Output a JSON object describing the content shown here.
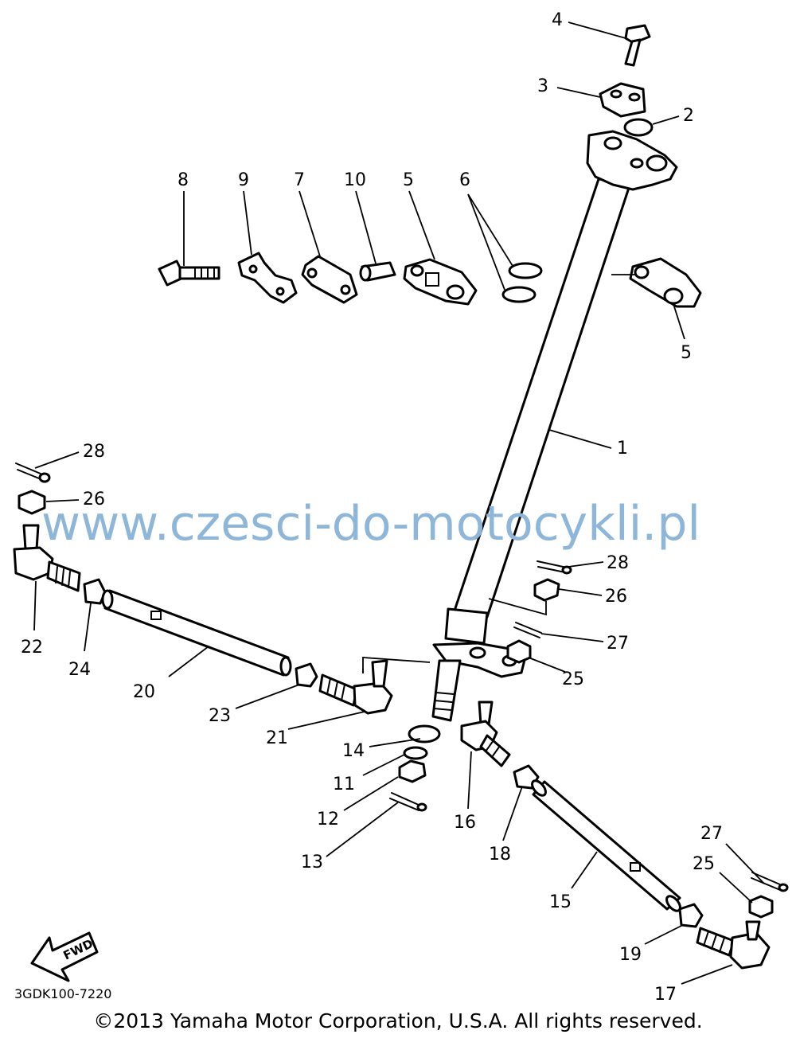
{
  "callouts": {
    "c1": "1",
    "c2": "2",
    "c3": "3",
    "c4": "4",
    "c5a": "5",
    "c5b": "5",
    "c6": "6",
    "c7": "7",
    "c8": "8",
    "c9": "9",
    "c10": "10",
    "c11": "11",
    "c12": "12",
    "c13": "13",
    "c14": "14",
    "c15": "15",
    "c16": "16",
    "c17": "17",
    "c18": "18",
    "c19": "19",
    "c20": "20",
    "c21": "21",
    "c22": "22",
    "c23": "23",
    "c24": "24",
    "c25a": "25",
    "c25b": "25",
    "c26a": "26",
    "c26b": "26",
    "c27a": "27",
    "c27b": "27",
    "c28a": "28",
    "c28b": "28"
  },
  "fwd_label": "FWD",
  "diagram_code": "3GDK100-7220",
  "watermark": "www.czesci-do-motocykli.pl",
  "copyright": "©2013 Yamaha Motor Corporation, U.S.A. All rights reserved.",
  "colors": {
    "watermark": "#8db6d9",
    "line": "#000000",
    "background": "#ffffff"
  }
}
